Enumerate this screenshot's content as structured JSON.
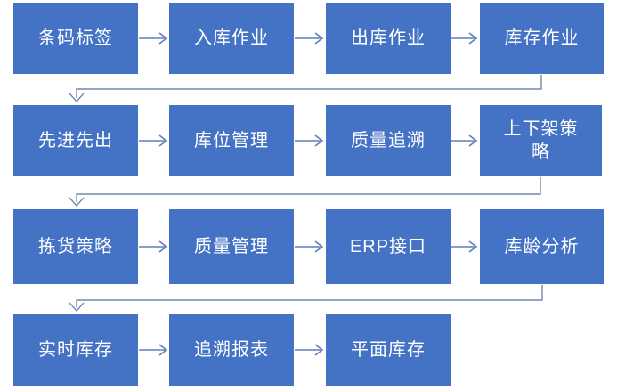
{
  "diagram": {
    "colors": {
      "box_fill": "#4472c4",
      "box_text": "#ffffff",
      "arrow": "#5f7fb8",
      "elbow_connector": "#7389ae",
      "background": "#ffffff"
    },
    "rows": [
      {
        "boxes": [
          {
            "label": "条码标签"
          },
          {
            "label": "入库作业"
          },
          {
            "label": "出库作业"
          },
          {
            "label": "库存作业"
          }
        ]
      },
      {
        "boxes": [
          {
            "label": "先进先出"
          },
          {
            "label": "库位管理"
          },
          {
            "label": "质量追溯"
          },
          {
            "label": "上下架策略"
          }
        ]
      },
      {
        "boxes": [
          {
            "label": "拣货策略"
          },
          {
            "label": "质量管理"
          },
          {
            "label": "ERP接口"
          },
          {
            "label": "库龄分析"
          }
        ]
      },
      {
        "boxes": [
          {
            "label": "实时库存"
          },
          {
            "label": "追溯报表"
          },
          {
            "label": "平面库存"
          }
        ]
      }
    ]
  }
}
